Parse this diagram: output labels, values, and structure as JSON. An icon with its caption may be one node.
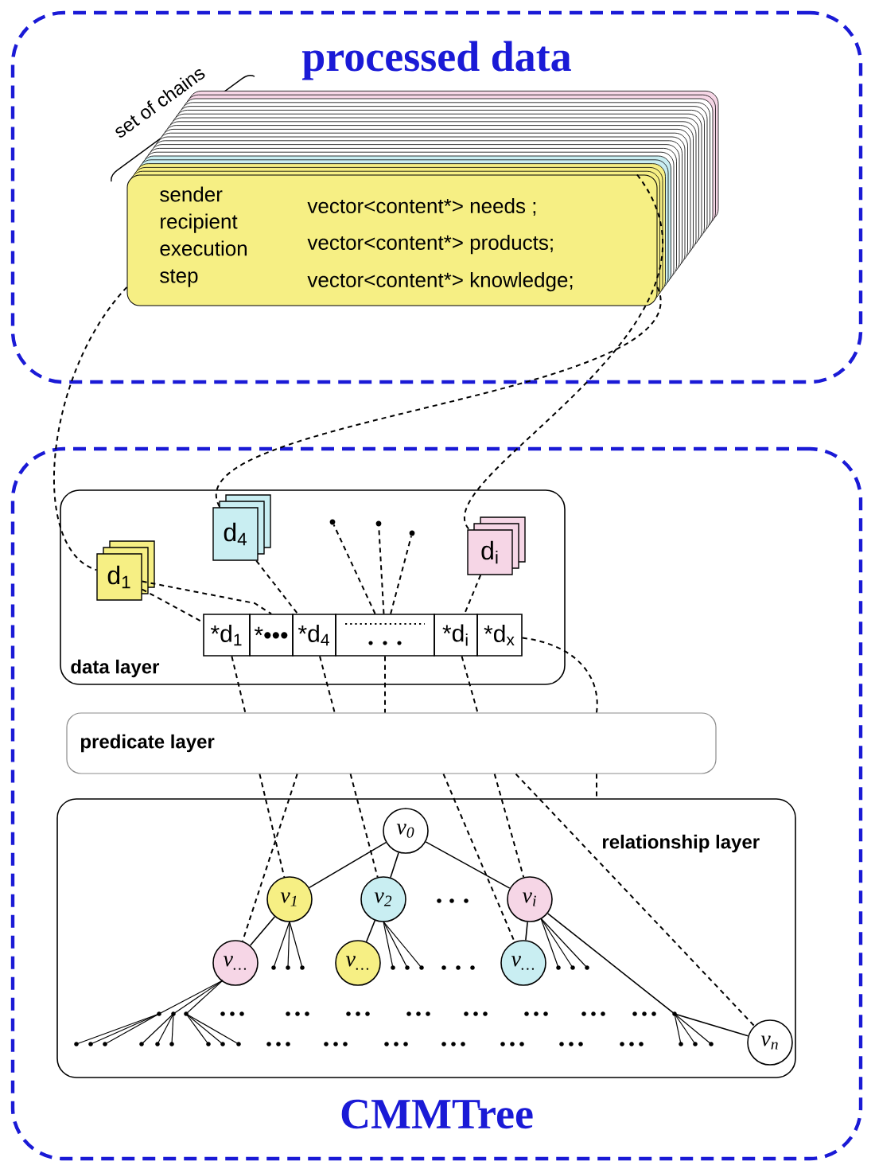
{
  "diagram": {
    "nodes": [
      {
        "text": [
          "processed data"
        ]
      },
      {
        "text": [
          "sender recipient execution step",
          "vector<content*> needs ;",
          "vector<content*> products;",
          "vector<content*> knowledge;"
        ],
        "in": 0,
        "beside": [
          "set of chains"
        ]
      },
      {
        "text": [
          "CMMTree"
        ]
      },
      {
        "text": [
          "data layer"
        ],
        "in": 2
      },
      {
        "text": [
          "d$_{1}$"
        ],
        "in": 3
      },
      {
        "text": [
          "d$_{4}$"
        ],
        "in": 3
      },
      {
        "text": [
          "d$_{i}$"
        ],
        "in": 3
      },
      {
        "text": [
          "*d$_{1}$"
        ],
        "in": 3
      },
      {
        "text": [
          "*•••"
        ],
        "in": 3
      },
      {
        "text": [
          "*d$_{4}$"
        ],
        "in": 3
      },
      {
        "text": [],
        "shape": "box",
        "in": 3
      },
      {
        "text": [
          "*d$_{i}$"
        ],
        "in": 3
      },
      {
        "text": [
          "*d$_{x}$"
        ],
        "in": 3
      },
      {
        "text": [],
        "shape": "circle",
        "in": 3
      },
      {
        "text": [],
        "shape": "circle",
        "in": 3
      },
      {
        "text": [],
        "shape": "circle",
        "in": 3
      },
      {
        "text": [
          "predicate layer"
        ],
        "in": 2
      },
      {
        "text": [
          "relationship layer"
        ],
        "in": 2
      },
      {
        "text": [
          "v$_{0}$"
        ],
        "in": 17
      },
      {
        "text": [
          "v$_{1}$"
        ],
        "in": 17
      },
      {
        "text": [
          "v$_{2}$"
        ],
        "in": 17
      },
      {
        "text": [
          "v$_{i}$"
        ],
        "in": 17
      },
      {
        "text": [
          "v$_{…}$"
        ],
        "in": 17
      },
      {
        "text": [
          "v$_{…}$"
        ],
        "in": 17
      },
      {
        "text": [
          "v$_{…}$"
        ],
        "in": 17
      },
      {
        "text": [
          "v$_{n}$"
        ],
        "in": 17
      }
    ],
    "edges": [
      {
        "from": 1,
        "to": 4,
        "arrow": "none",
        "style": "dashed"
      },
      {
        "from": 1,
        "to": 5,
        "arrow": "none",
        "style": "dashed"
      },
      {
        "from": 1,
        "to": 6,
        "arrow": "none",
        "style": "dashed"
      },
      {
        "from": 4,
        "to": 7,
        "arrow": "none",
        "style": "dashed"
      },
      {
        "from": 4,
        "to": 8,
        "arrow": "none",
        "style": "dashed"
      },
      {
        "from": 5,
        "to": 9,
        "arrow": "none",
        "style": "dashed"
      },
      {
        "from": 6,
        "to": 11,
        "arrow": "none",
        "style": "dashed"
      },
      {
        "from": 10,
        "to": 13,
        "arrow": "none",
        "style": "dashed"
      },
      {
        "from": 10,
        "to": 14,
        "arrow": "none",
        "style": "dashed"
      },
      {
        "from": 10,
        "to": 15,
        "arrow": "none",
        "style": "dashed"
      },
      {
        "from": 7,
        "to": 16,
        "arrow": "none",
        "style": "dashed"
      },
      {
        "from": 16,
        "to": 19,
        "arrow": "none",
        "style": "dashed"
      },
      {
        "from": 9,
        "to": 16,
        "arrow": "none",
        "style": "dashed"
      },
      {
        "from": 16,
        "to": 20,
        "arrow": "none",
        "style": "dashed"
      },
      {
        "from": 11,
        "to": 16,
        "arrow": "none",
        "style": "dashed"
      },
      {
        "from": 16,
        "to": 21,
        "arrow": "none",
        "style": "dashed"
      },
      {
        "from": 12,
        "to": 16,
        "arrow": "none",
        "style": "dashed"
      },
      {
        "from": 16,
        "to": 17,
        "arrow": "none",
        "style": "dashed"
      },
      {
        "from": 18,
        "to": 19,
        "arrow": "none"
      },
      {
        "from": 18,
        "to": 20,
        "arrow": "none"
      },
      {
        "from": 18,
        "to": 21,
        "arrow": "none"
      },
      {
        "from": 19,
        "to": 22,
        "arrow": "none"
      },
      {
        "from": 20,
        "to": 23,
        "arrow": "none"
      },
      {
        "from": 21,
        "to": 24,
        "arrow": "none"
      },
      {
        "from": 21,
        "to": 25,
        "arrow": "none"
      },
      {
        "from": 10,
        "to": 16,
        "arrow": "none",
        "style": "dashed"
      },
      {
        "from": 16,
        "to": 22,
        "arrow": "none",
        "style": "dashed"
      },
      {
        "from": 16,
        "to": 24,
        "arrow": "none",
        "style": "dashed"
      },
      {
        "from": 16,
        "to": 25,
        "arrow": "none",
        "style": "dashed"
      }
    ]
  }
}
